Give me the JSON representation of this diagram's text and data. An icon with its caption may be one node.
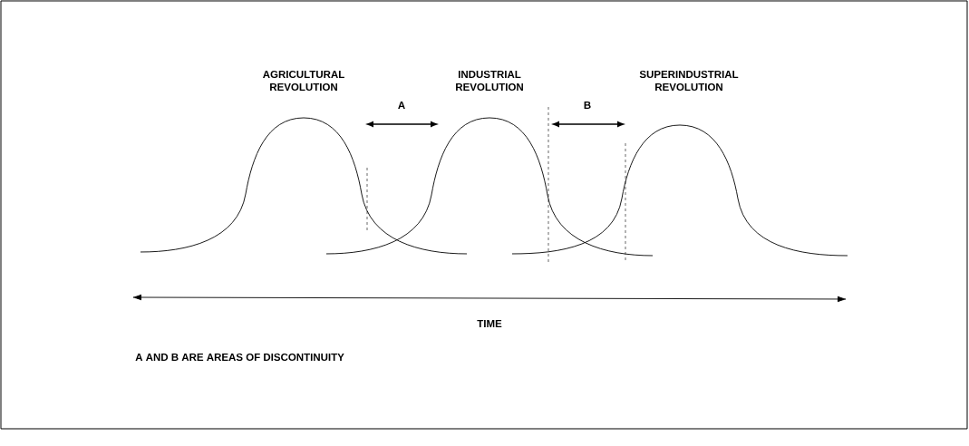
{
  "diagram": {
    "labels": [
      "AGRICULTURAL REVOLUTION",
      "INDUSTRIAL REVOLUTION",
      "SUPERINDUSTRIAL REVOLUTION",
      "A",
      "B",
      "TIME",
      "A AND B ARE AREAS OF DISCONTINUITY"
    ]
  }
}
